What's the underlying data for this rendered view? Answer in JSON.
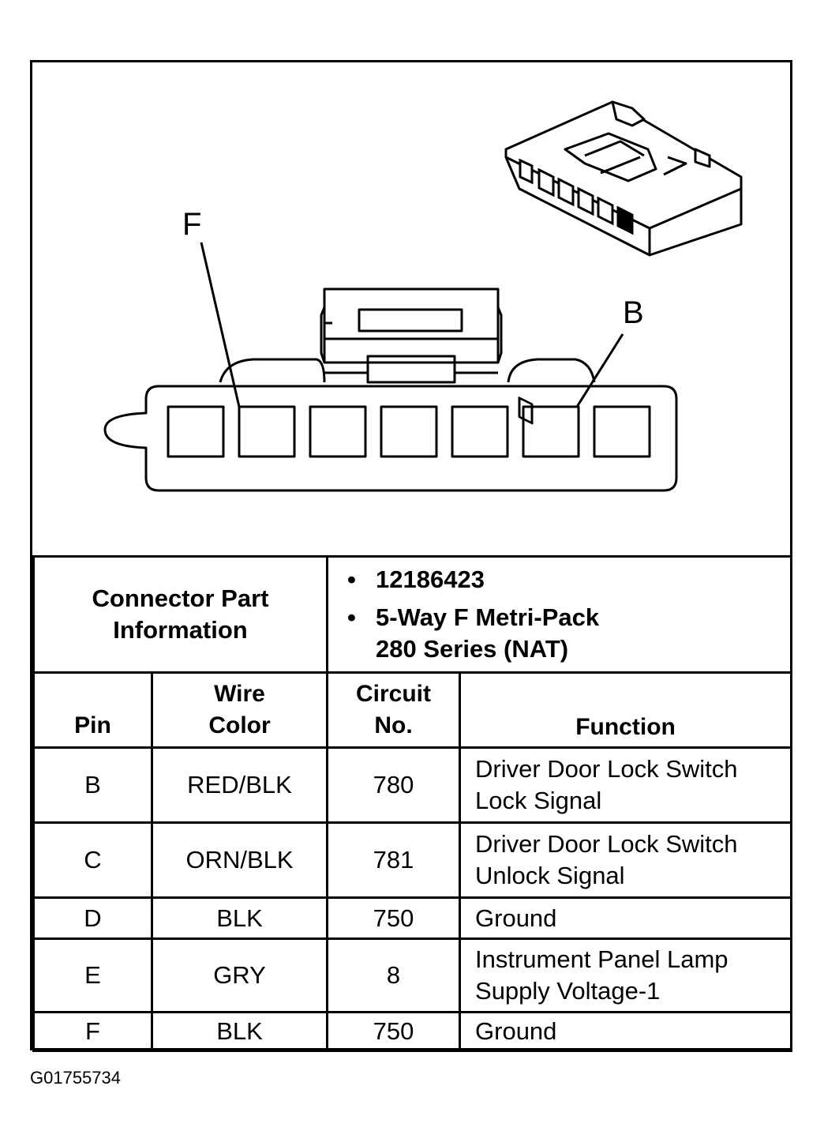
{
  "diagram": {
    "label_f": "F",
    "label_b": "B"
  },
  "connector_info": {
    "heading_line1": "Connector Part",
    "heading_line2": "Information",
    "part_number": "12186423",
    "description_line1": "5-Way F Metri-Pack",
    "description_line2": "280 Series (NAT)"
  },
  "table": {
    "headers": {
      "pin": "Pin",
      "wire_color_line1": "Wire",
      "wire_color_line2": "Color",
      "circuit_line1": "Circuit",
      "circuit_line2": "No.",
      "function": "Function"
    },
    "rows": [
      {
        "pin": "B",
        "wire_color": "RED/BLK",
        "circuit": "780",
        "function_line1": "Driver Door Lock Switch",
        "function_line2": "Lock Signal"
      },
      {
        "pin": "C",
        "wire_color": "ORN/BLK",
        "circuit": "781",
        "function_line1": "Driver Door Lock Switch",
        "function_line2": "Unlock Signal"
      },
      {
        "pin": "D",
        "wire_color": "BLK",
        "circuit": "750",
        "function_line1": "Ground",
        "function_line2": ""
      },
      {
        "pin": "E",
        "wire_color": "GRY",
        "circuit": "8",
        "function_line1": "Instrument Panel Lamp",
        "function_line2": "Supply Voltage-1"
      },
      {
        "pin": "F",
        "wire_color": "BLK",
        "circuit": "750",
        "function_line1": "Ground",
        "function_line2": ""
      }
    ]
  },
  "figure_id": "G01755734"
}
